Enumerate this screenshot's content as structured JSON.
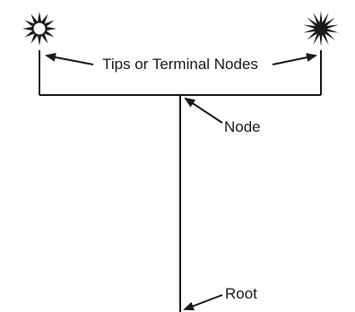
{
  "labels": {
    "tips": "Tips or Terminal Nodes",
    "node": "Node",
    "root": "Root"
  },
  "icons": {
    "left_tip": "open-starburst-icon",
    "right_tip": "filled-starburst-icon"
  },
  "colors": {
    "line": "#1a1a1a",
    "text": "#1a1a1a",
    "left_tip_center": "#ffffff",
    "right_tip_center": "#1a1a1a"
  }
}
